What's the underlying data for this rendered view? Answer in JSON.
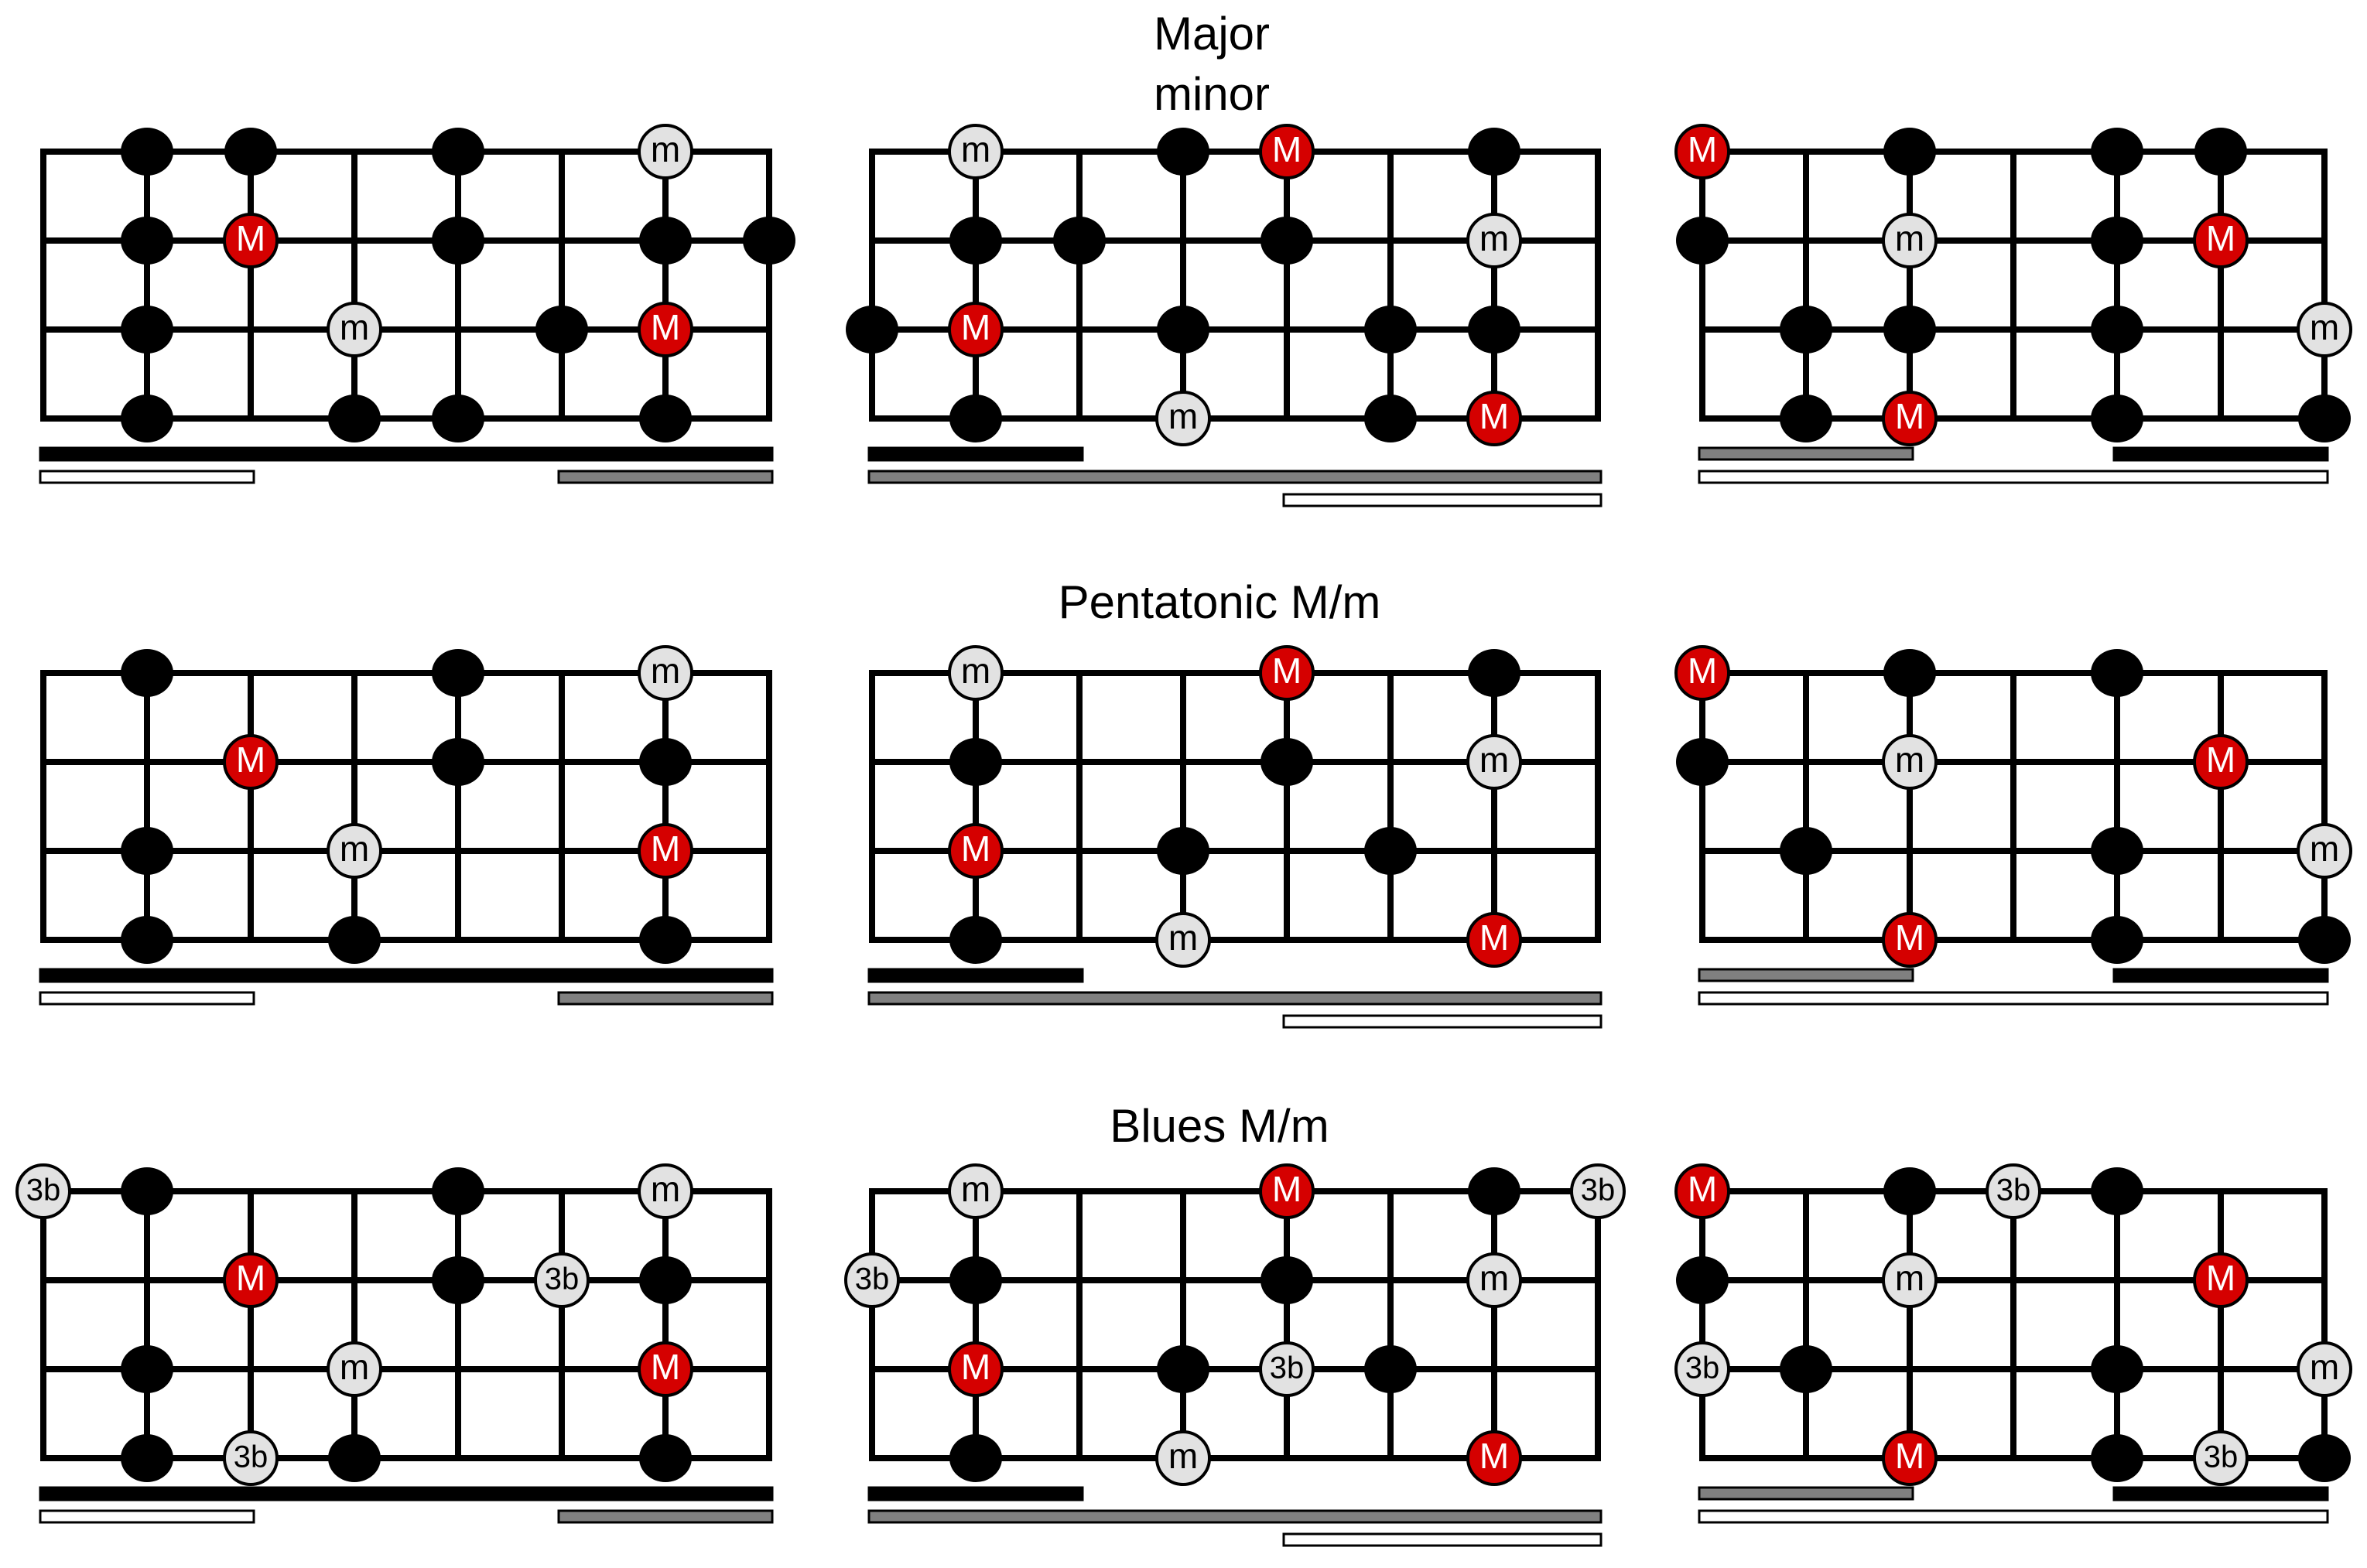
{
  "colors": {
    "major": "#d50000",
    "minor": "#e2e2e2",
    "note": "#000000",
    "line": "#000000",
    "bar_gray": "#808080",
    "bar_white": "#ffffff"
  },
  "labels": {
    "major": "M",
    "minor": "m",
    "flat3": "3b"
  },
  "titles": {
    "row1_a": "Major",
    "row1_b": "minor",
    "row2": "Pentatonic M/m",
    "row3": "Blues M/m"
  },
  "diagrams": [
    {
      "row": 0,
      "col": 0,
      "fret_spaces": 7,
      "notes": [
        [
          0,
          1,
          "n"
        ],
        [
          0,
          2,
          "n"
        ],
        [
          0,
          4,
          "n"
        ],
        [
          0,
          6,
          "m"
        ],
        [
          1,
          1,
          "n"
        ],
        [
          1,
          2,
          "M"
        ],
        [
          1,
          4,
          "n"
        ],
        [
          1,
          6,
          "n"
        ],
        [
          1,
          7,
          "n"
        ],
        [
          2,
          1,
          "n"
        ],
        [
          2,
          3,
          "m"
        ],
        [
          2,
          5,
          "n"
        ],
        [
          2,
          6,
          "M"
        ],
        [
          3,
          1,
          "n"
        ],
        [
          3,
          3,
          "n"
        ],
        [
          3,
          4,
          "n"
        ],
        [
          3,
          6,
          "n"
        ]
      ],
      "bars": [
        [
          0,
          0,
          7,
          "black"
        ],
        [
          1,
          0,
          2,
          "white"
        ],
        [
          1,
          5,
          7,
          "gray"
        ]
      ]
    },
    {
      "row": 0,
      "col": 1,
      "fret_spaces": 7,
      "notes": [
        [
          0,
          1,
          "m"
        ],
        [
          0,
          3,
          "n"
        ],
        [
          0,
          4,
          "M"
        ],
        [
          0,
          6,
          "n"
        ],
        [
          1,
          1,
          "n"
        ],
        [
          1,
          2,
          "n"
        ],
        [
          1,
          4,
          "n"
        ],
        [
          1,
          6,
          "m"
        ],
        [
          2,
          0,
          "n"
        ],
        [
          2,
          1,
          "M"
        ],
        [
          2,
          3,
          "n"
        ],
        [
          2,
          5,
          "n"
        ],
        [
          2,
          6,
          "n"
        ],
        [
          3,
          1,
          "n"
        ],
        [
          3,
          3,
          "m"
        ],
        [
          3,
          5,
          "n"
        ],
        [
          3,
          6,
          "M"
        ]
      ],
      "bars": [
        [
          0,
          0,
          2,
          "black"
        ],
        [
          1,
          0,
          7,
          "gray"
        ],
        [
          2,
          4,
          7,
          "white"
        ]
      ]
    },
    {
      "row": 0,
      "col": 2,
      "fret_spaces": 6,
      "notes": [
        [
          0,
          0,
          "M"
        ],
        [
          0,
          2,
          "n"
        ],
        [
          0,
          4,
          "n"
        ],
        [
          0,
          5,
          "n"
        ],
        [
          1,
          0,
          "n"
        ],
        [
          1,
          2,
          "m"
        ],
        [
          1,
          4,
          "n"
        ],
        [
          1,
          5,
          "M"
        ],
        [
          2,
          1,
          "n"
        ],
        [
          2,
          2,
          "n"
        ],
        [
          2,
          4,
          "n"
        ],
        [
          2,
          6,
          "m"
        ],
        [
          3,
          1,
          "n"
        ],
        [
          3,
          2,
          "M"
        ],
        [
          3,
          4,
          "n"
        ],
        [
          3,
          6,
          "n"
        ]
      ],
      "bars": [
        [
          0,
          0,
          2,
          "gray"
        ],
        [
          0,
          4,
          6,
          "black"
        ],
        [
          1,
          0,
          6,
          "white"
        ]
      ]
    },
    {
      "row": 1,
      "col": 0,
      "fret_spaces": 7,
      "notes": [
        [
          0,
          1,
          "n"
        ],
        [
          0,
          4,
          "n"
        ],
        [
          0,
          6,
          "m"
        ],
        [
          1,
          2,
          "M"
        ],
        [
          1,
          4,
          "n"
        ],
        [
          1,
          6,
          "n"
        ],
        [
          2,
          1,
          "n"
        ],
        [
          2,
          3,
          "m"
        ],
        [
          2,
          6,
          "M"
        ],
        [
          3,
          1,
          "n"
        ],
        [
          3,
          3,
          "n"
        ],
        [
          3,
          6,
          "n"
        ]
      ],
      "bars": [
        [
          0,
          0,
          7,
          "black"
        ],
        [
          1,
          0,
          2,
          "white"
        ],
        [
          1,
          5,
          7,
          "gray"
        ]
      ]
    },
    {
      "row": 1,
      "col": 1,
      "fret_spaces": 7,
      "notes": [
        [
          0,
          1,
          "m"
        ],
        [
          0,
          4,
          "M"
        ],
        [
          0,
          6,
          "n"
        ],
        [
          1,
          1,
          "n"
        ],
        [
          1,
          4,
          "n"
        ],
        [
          1,
          6,
          "m"
        ],
        [
          2,
          1,
          "M"
        ],
        [
          2,
          3,
          "n"
        ],
        [
          2,
          5,
          "n"
        ],
        [
          3,
          1,
          "n"
        ],
        [
          3,
          3,
          "m"
        ],
        [
          3,
          6,
          "M"
        ]
      ],
      "bars": [
        [
          0,
          0,
          2,
          "black"
        ],
        [
          1,
          0,
          7,
          "gray"
        ],
        [
          2,
          4,
          7,
          "white"
        ]
      ]
    },
    {
      "row": 1,
      "col": 2,
      "fret_spaces": 6,
      "notes": [
        [
          0,
          0,
          "M"
        ],
        [
          0,
          2,
          "n"
        ],
        [
          0,
          4,
          "n"
        ],
        [
          1,
          0,
          "n"
        ],
        [
          1,
          2,
          "m"
        ],
        [
          1,
          5,
          "M"
        ],
        [
          2,
          1,
          "n"
        ],
        [
          2,
          4,
          "n"
        ],
        [
          2,
          6,
          "m"
        ],
        [
          3,
          2,
          "M"
        ],
        [
          3,
          4,
          "n"
        ],
        [
          3,
          6,
          "n"
        ]
      ],
      "bars": [
        [
          0,
          0,
          2,
          "gray"
        ],
        [
          0,
          4,
          6,
          "black"
        ],
        [
          1,
          0,
          6,
          "white"
        ]
      ]
    },
    {
      "row": 2,
      "col": 0,
      "fret_spaces": 7,
      "notes": [
        [
          0,
          0,
          "3b"
        ],
        [
          0,
          1,
          "n"
        ],
        [
          0,
          4,
          "n"
        ],
        [
          0,
          6,
          "m"
        ],
        [
          1,
          2,
          "M"
        ],
        [
          1,
          4,
          "n"
        ],
        [
          1,
          5,
          "3b"
        ],
        [
          1,
          6,
          "n"
        ],
        [
          2,
          1,
          "n"
        ],
        [
          2,
          3,
          "m"
        ],
        [
          2,
          6,
          "M"
        ],
        [
          3,
          1,
          "n"
        ],
        [
          3,
          2,
          "3b"
        ],
        [
          3,
          3,
          "n"
        ],
        [
          3,
          6,
          "n"
        ]
      ],
      "bars": [
        [
          0,
          0,
          7,
          "black"
        ],
        [
          1,
          0,
          2,
          "white"
        ],
        [
          1,
          5,
          7,
          "gray"
        ]
      ]
    },
    {
      "row": 2,
      "col": 1,
      "fret_spaces": 7,
      "notes": [
        [
          0,
          1,
          "m"
        ],
        [
          0,
          4,
          "M"
        ],
        [
          0,
          6,
          "n"
        ],
        [
          0,
          7,
          "3b"
        ],
        [
          1,
          0,
          "3b"
        ],
        [
          1,
          1,
          "n"
        ],
        [
          1,
          4,
          "n"
        ],
        [
          1,
          6,
          "m"
        ],
        [
          2,
          1,
          "M"
        ],
        [
          2,
          3,
          "n"
        ],
        [
          2,
          4,
          "3b"
        ],
        [
          2,
          5,
          "n"
        ],
        [
          3,
          1,
          "n"
        ],
        [
          3,
          3,
          "m"
        ],
        [
          3,
          6,
          "M"
        ]
      ],
      "bars": [
        [
          0,
          0,
          2,
          "black"
        ],
        [
          1,
          0,
          7,
          "gray"
        ],
        [
          2,
          4,
          7,
          "white"
        ]
      ]
    },
    {
      "row": 2,
      "col": 2,
      "fret_spaces": 6,
      "notes": [
        [
          0,
          0,
          "M"
        ],
        [
          0,
          2,
          "n"
        ],
        [
          0,
          3,
          "3b"
        ],
        [
          0,
          4,
          "n"
        ],
        [
          1,
          0,
          "n"
        ],
        [
          1,
          2,
          "m"
        ],
        [
          1,
          5,
          "M"
        ],
        [
          2,
          0,
          "3b"
        ],
        [
          2,
          1,
          "n"
        ],
        [
          2,
          4,
          "n"
        ],
        [
          2,
          6,
          "m"
        ],
        [
          3,
          2,
          "M"
        ],
        [
          3,
          4,
          "n"
        ],
        [
          3,
          5,
          "3b"
        ],
        [
          3,
          6,
          "n"
        ]
      ],
      "bars": [
        [
          0,
          0,
          2,
          "gray"
        ],
        [
          0,
          4,
          6,
          "black"
        ],
        [
          1,
          0,
          6,
          "white"
        ]
      ]
    }
  ]
}
